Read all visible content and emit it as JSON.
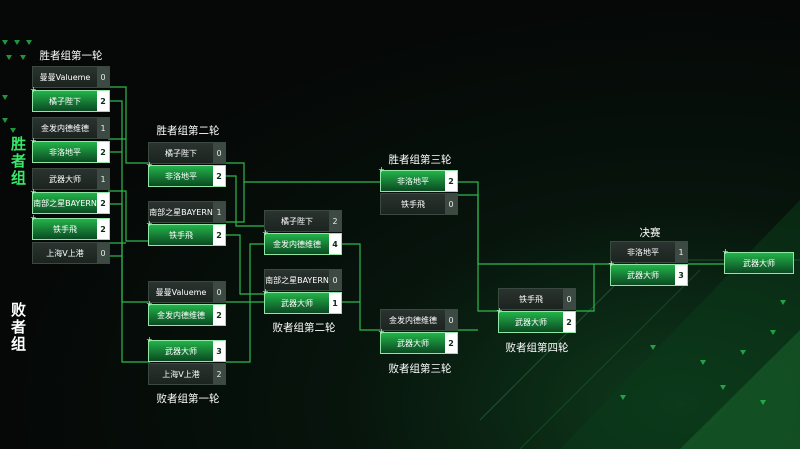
{
  "side_labels": {
    "winners": "胜者组",
    "losers": "败者组"
  },
  "round_titles": {
    "w1": "胜者组第一轮",
    "w2": "胜者组第二轮",
    "w3": "胜者组第三轮",
    "l1": "败者组第一轮",
    "l2": "败者组第二轮",
    "l3": "败者组第三轮",
    "l4": "败者组第四轮",
    "final": "决赛"
  },
  "w1": [
    {
      "name": "曼曼Valueme",
      "score": "0",
      "win": false
    },
    {
      "name": "橘子陛下",
      "score": "2",
      "win": true
    },
    {
      "name": "金发内德维德",
      "score": "1",
      "win": false
    },
    {
      "name": "非洛地平",
      "score": "2",
      "win": true
    },
    {
      "name": "武器大师",
      "score": "1",
      "win": false
    },
    {
      "name": "南部之星BAYERN",
      "score": "2",
      "win": true
    },
    {
      "name": "铁手飛",
      "score": "2",
      "win": true
    },
    {
      "name": "上海V上港",
      "score": "0",
      "win": false
    }
  ],
  "w2": [
    {
      "name": "橘子陛下",
      "score": "0",
      "win": false
    },
    {
      "name": "非洛地平",
      "score": "2",
      "win": true
    },
    {
      "name": "南部之星BAYERN",
      "score": "1",
      "win": false
    },
    {
      "name": "铁手飛",
      "score": "2",
      "win": true
    }
  ],
  "w3": [
    {
      "name": "非洛地平",
      "score": "2",
      "win": true
    },
    {
      "name": "铁手飛",
      "score": "0",
      "win": false
    }
  ],
  "l1": [
    {
      "name": "曼曼Valueme",
      "score": "0",
      "win": false
    },
    {
      "name": "金发内德维德",
      "score": "2",
      "win": true
    },
    {
      "name": "武器大师",
      "score": "3",
      "win": true
    },
    {
      "name": "上海V上港",
      "score": "2",
      "win": false
    }
  ],
  "l2": [
    {
      "name": "橘子陛下",
      "score": "2",
      "win": false
    },
    {
      "name": "金发内德维德",
      "score": "4",
      "win": true
    },
    {
      "name": "南部之星BAYERN",
      "score": "0",
      "win": false
    },
    {
      "name": "武器大师",
      "score": "1",
      "win": true
    }
  ],
  "l3": [
    {
      "name": "金发内德维德",
      "score": "0",
      "win": false
    },
    {
      "name": "武器大师",
      "score": "2",
      "win": true
    }
  ],
  "l4": [
    {
      "name": "铁手飛",
      "score": "0",
      "win": false
    },
    {
      "name": "武器大师",
      "score": "2",
      "win": true
    }
  ],
  "final": [
    {
      "name": "非洛地平",
      "score": "1",
      "win": false
    },
    {
      "name": "武器大师",
      "score": "3",
      "win": true
    }
  ],
  "champion": {
    "name": "武器大师"
  },
  "colors": {
    "accent": "#23b34a",
    "accent_light": "#38e86a",
    "background": "#050807"
  }
}
